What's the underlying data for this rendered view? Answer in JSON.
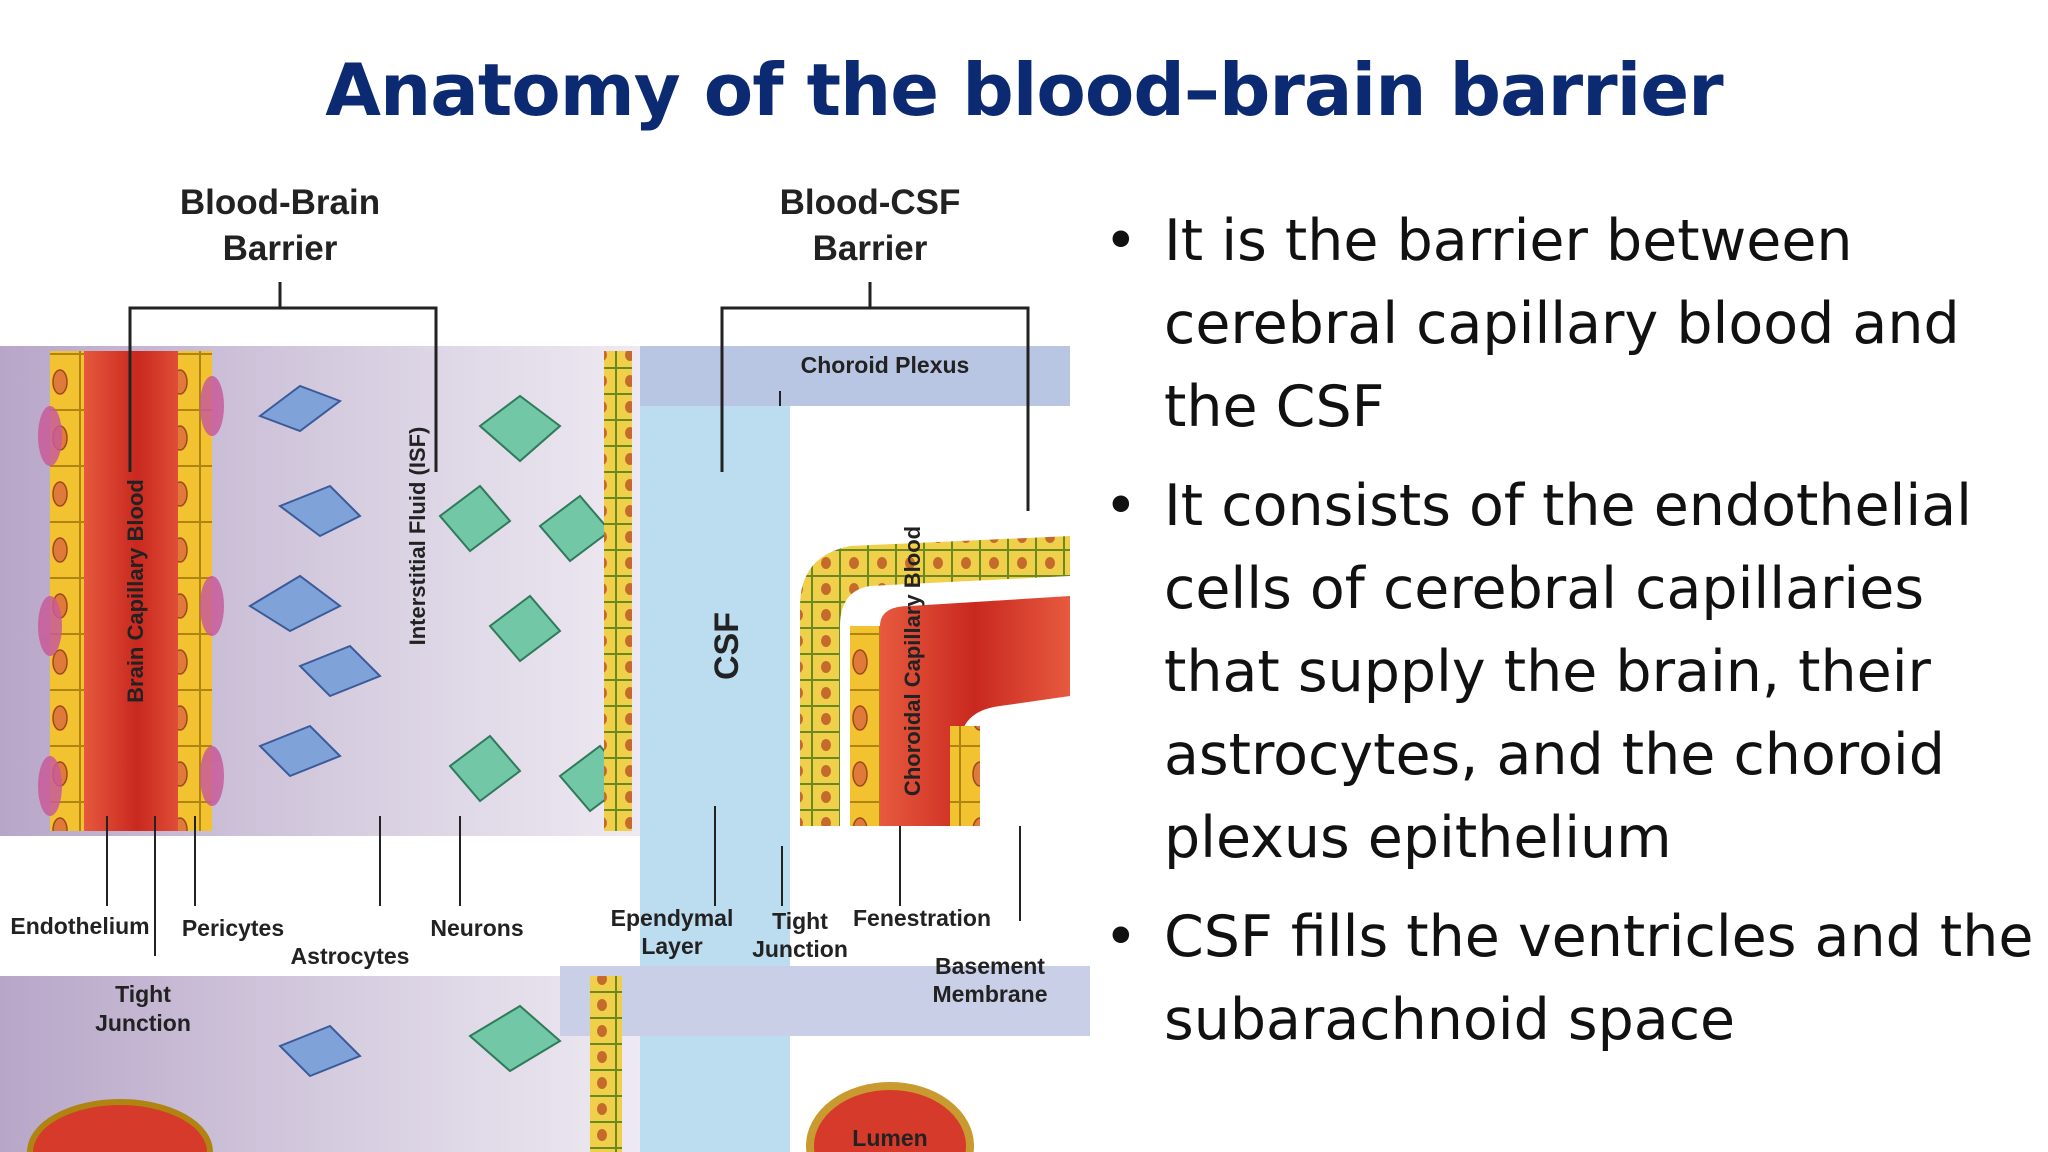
{
  "title": "Anatomy of the blood–brain barrier",
  "diagram": {
    "headers": {
      "bbb_line1": "Blood-Brain",
      "bbb_line2": "Barrier",
      "bcsf_line1": "Blood-CSF",
      "bcsf_line2": "Barrier"
    },
    "labels": {
      "choroid_plexus": "Choroid Plexus",
      "brain_capillary_blood": "Brain Capillary Blood",
      "interstitial_fluid": "Interstitial Fluid (ISF)",
      "csf": "CSF",
      "choroidal_capillary_blood": "Choroidal Capillary Blood",
      "endothelium": "Endothelium",
      "pericytes": "Pericytes",
      "astrocytes": "Astrocytes",
      "neurons": "Neurons",
      "tight_junction_left_1": "Tight",
      "tight_junction_left_2": "Junction",
      "ependymal_1": "Ependymal",
      "ependymal_2": "Layer",
      "tight_junction_right_1": "Tight",
      "tight_junction_right_2": "Junction",
      "fenestration": "Fenestration",
      "basement_1": "Basement",
      "basement_2": "Membrane",
      "lumen": "Lumen"
    }
  },
  "bullets": [
    {
      "dot": "•",
      "text": "It is the barrier between cerebral capillary blood and the CSF"
    },
    {
      "dot": "•",
      "text": "It consists of the endothelial cells of cerebral capillaries that supply the brain, their astrocytes, and the choroid plexus epithelium"
    },
    {
      "dot": "•",
      "text": "CSF fills the ventricles and the subarachnoid space"
    }
  ],
  "colors": {
    "title": "#0c2a72",
    "blood": "#d63a2a",
    "csf": "#b8d9ee",
    "isf": "#cbbfd6",
    "cell_yellow": "#f2c230",
    "astrocyte": "#7fa3d8",
    "neuron": "#72c7a6"
  }
}
